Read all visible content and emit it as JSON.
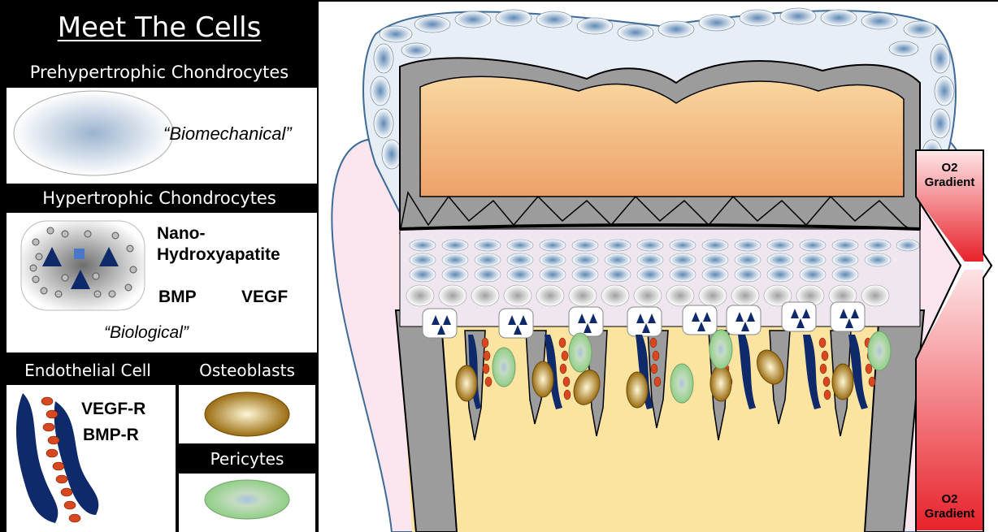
{
  "legend": {
    "title": "Meet The Cells",
    "sections": {
      "prehypertrophic": {
        "header": "Prehypertrophic Chondrocytes",
        "role": "“Biomechanical”"
      },
      "hypertrophic": {
        "header": "Hypertrophic Chondrocytes",
        "factor_1": "Nano-",
        "factor_1b": "Hydroxyapatite",
        "factor_2": "BMP",
        "factor_3": "VEGF",
        "role": "“Biological”"
      },
      "endothelial": {
        "header": "Endothelial Cell",
        "receptor_1": "VEGF-R",
        "receptor_2": "BMP-R"
      },
      "osteoblasts": {
        "header": "Osteoblasts"
      },
      "pericytes": {
        "header": "Pericytes"
      }
    }
  },
  "gradient": {
    "top_label_line1": "O2",
    "top_label_line2": "Gradient",
    "bottom_label_line1": "O2",
    "bottom_label_line2": "Gradient",
    "color_high": "#e8222a",
    "color_low": "#fde3e5"
  },
  "colors": {
    "endothelial_blue": "#0f2a6b",
    "red_cell": "#d9471f",
    "osteoblast_gold": "#b8860b",
    "pericyte_green": "#a8d8a0",
    "marrow_yellow": "#fbe3a0",
    "cartilage_orange": "#f2b07a",
    "bone_gray": "#9c9c9c"
  }
}
